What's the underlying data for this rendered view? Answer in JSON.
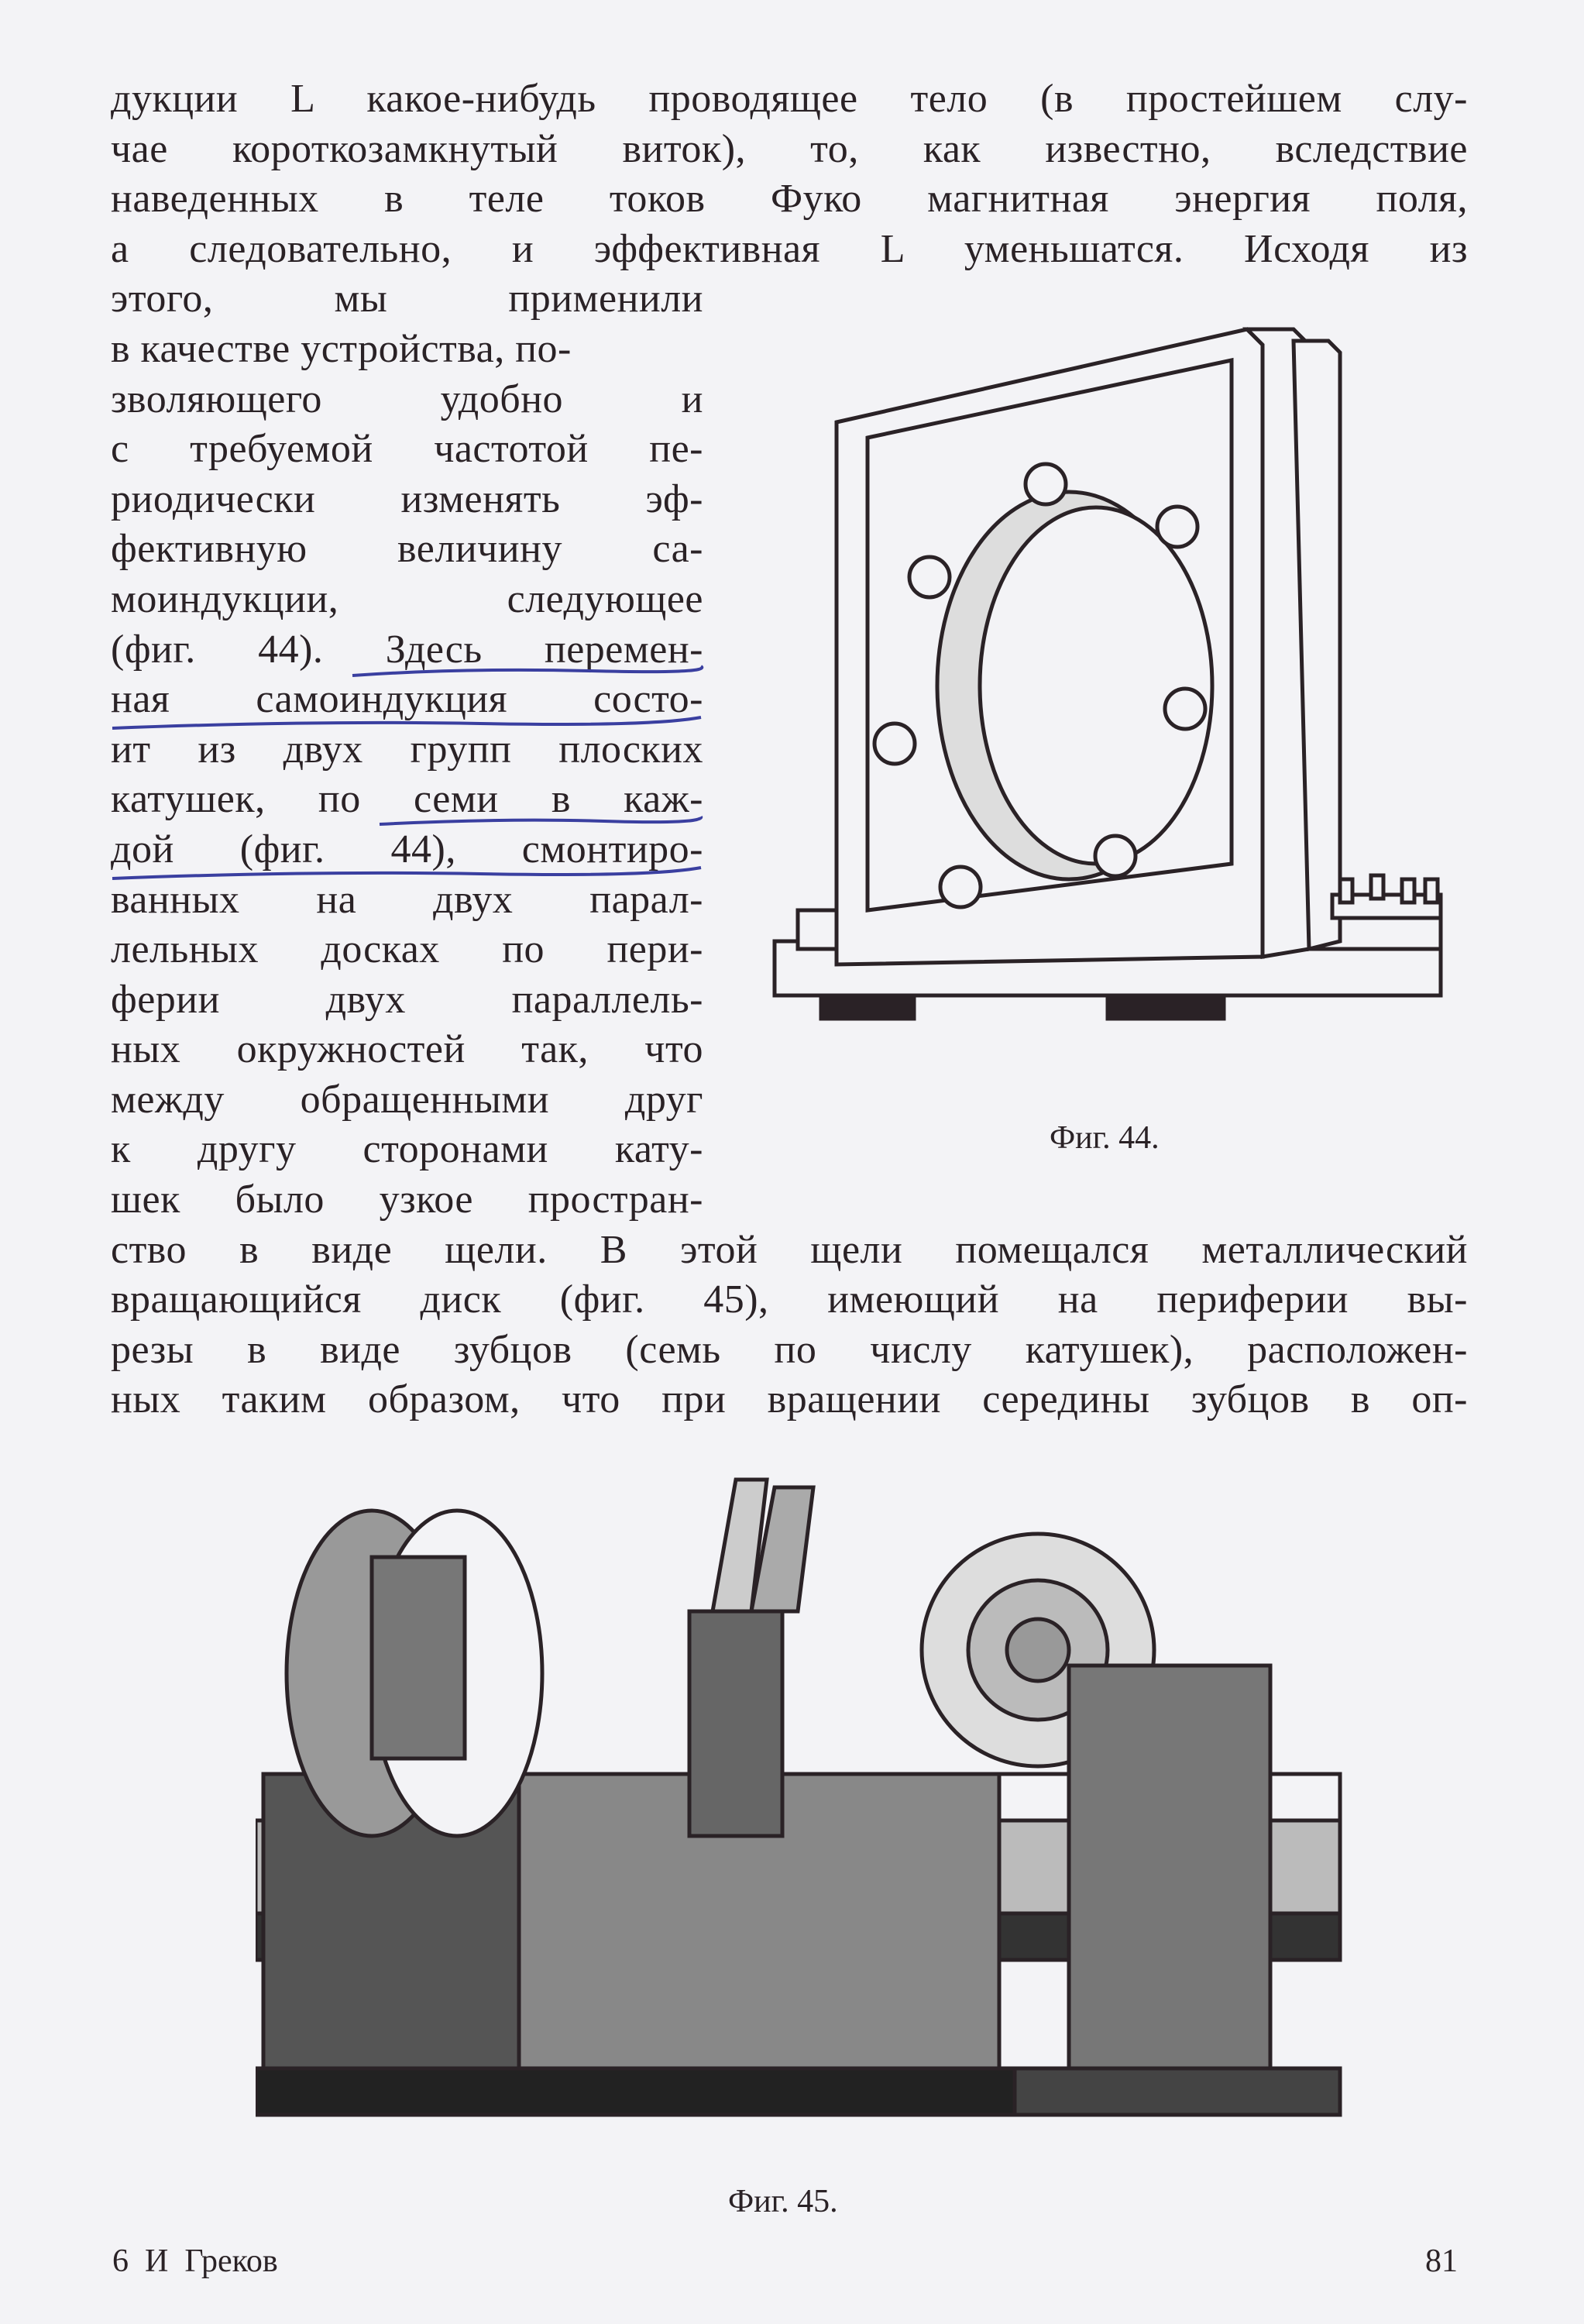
{
  "page": {
    "lines": [
      "дукции L какое-нибудь проводящее тело (в простейшем слу-",
      "чае короткозамкнутый виток), то, как известно, вследствие",
      "наведенных в теле токов Фуко магнитная энергия поля,",
      "а следовательно, и эффективная L уменьшатся. Исходя из",
      "этого, мы применили",
      "в качестве устройства, по-",
      "зволяющего удобно и",
      "с требуемой частотой пе-",
      "риодически изменять эф-",
      "фективную величину са-",
      "моиндукции, следующее",
      "(фиг. 44). Здесь перемен-",
      "ная самоиндукция состо-",
      "ит из двух групп плоских",
      "катушек, по семи в каж-",
      "дой (фиг. 44), смонтиро-",
      "ванных на двух парал-",
      "лельных досках по пери-",
      "ферии двух параллель-",
      "ных окружностей так, что",
      "между обращенными друг",
      "к другу сторонами кату-",
      "шек было узкое простран-",
      "ство в виде щели. В этой щели помещался металлический",
      "вращающийся диск (фиг. 45), имеющий на периферии вы-",
      "резы в виде зубцов (семь по числу катушек), расположен-",
      "ных таким образом, что при вращении середины зубцов в оп-"
    ],
    "figure_44_caption": "Фиг. 44.",
    "figure_45_caption": "Фиг. 45.",
    "footer_signature": "6  И  Греков",
    "page_number": "81"
  },
  "colors": {
    "ink": "#2a2226",
    "paper": "#f3f3f6",
    "pen_underline": "#3a3fa0"
  }
}
